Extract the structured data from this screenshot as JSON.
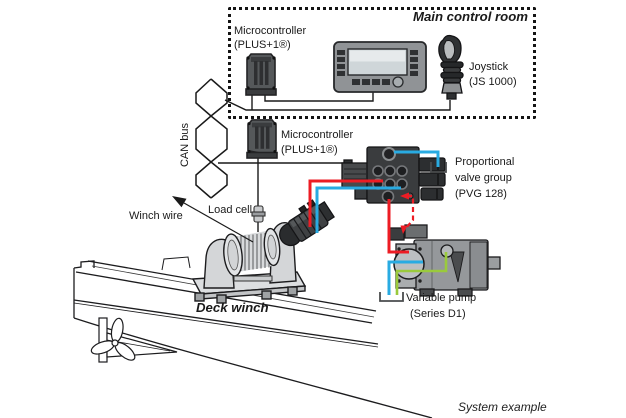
{
  "palette": {
    "red": "#ed1c24",
    "blue": "#29abe2",
    "green": "#9aca3c",
    "line": "#1a1a1a"
  },
  "control_room": {
    "title": "Main control room"
  },
  "microcontroller1": {
    "line1": "Microcontroller",
    "line2": "(PLUS+1®)"
  },
  "microcontroller2": {
    "line1": "Microcontroller",
    "line2": "(PLUS+1®)"
  },
  "joystick": {
    "line1": "Joystick",
    "line2": "(JS 1000)"
  },
  "can_bus": {
    "label": "CAN bus"
  },
  "valve_group": {
    "line1": "Proportional",
    "line2": "valve group",
    "line3": "(PVG 128)"
  },
  "pump": {
    "line1": "Variable pump",
    "line2": "(Series D1)"
  },
  "load_cell": {
    "label": "Load cell"
  },
  "winch_wire": {
    "label": "Winch wire"
  },
  "deck_winch": {
    "label": "Deck winch"
  },
  "footer": {
    "caption": "System example"
  }
}
